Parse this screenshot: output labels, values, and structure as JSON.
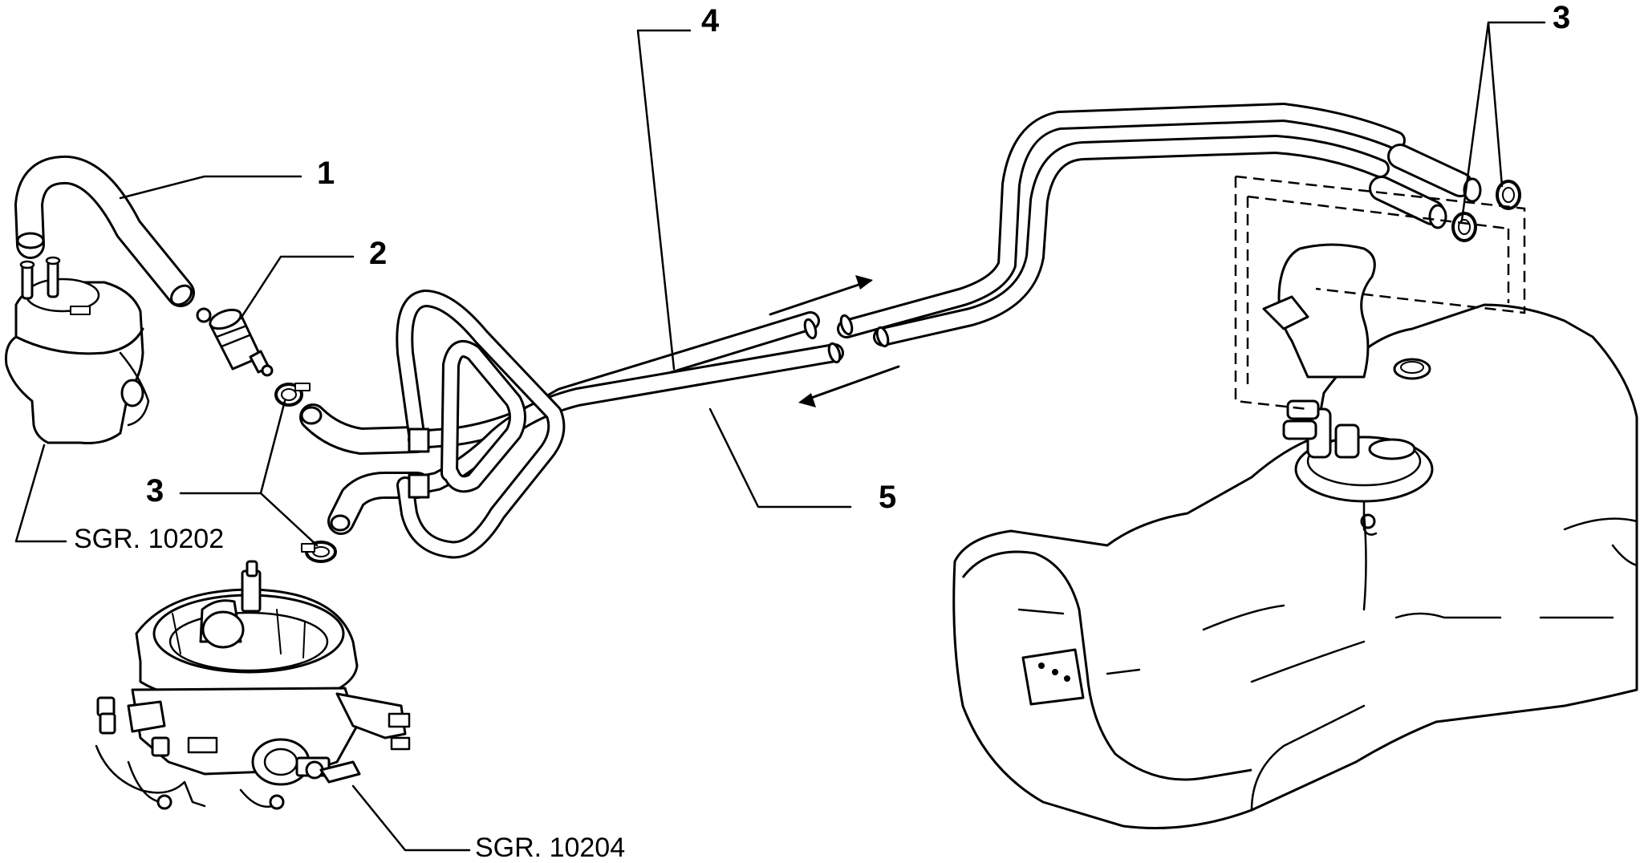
{
  "labels": {
    "part_1": "1",
    "part_2": "2",
    "part_3_left": "3",
    "part_3_right": "3",
    "part_4": "4",
    "part_5": "5",
    "ref_pump": "SGR. 10202",
    "ref_injection": "SGR. 10204"
  },
  "colors": {
    "line": "#000000",
    "background": "#ffffff"
  }
}
